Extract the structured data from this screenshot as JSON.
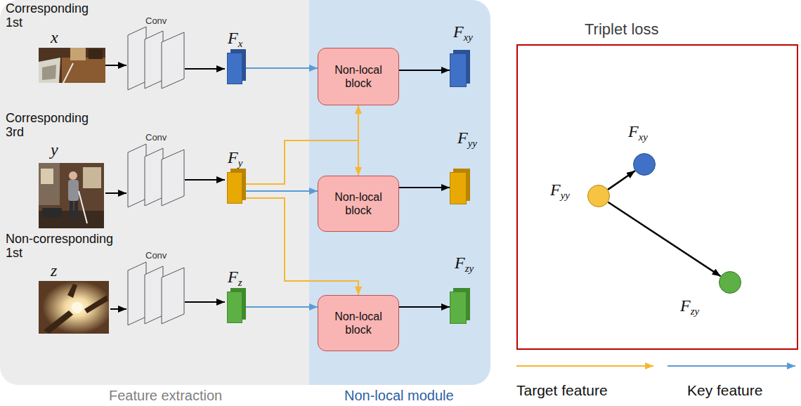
{
  "diagram": {
    "nodes": [
      {
        "text": [
          "Feature extraction"
        ]
      },
      {
        "text": [
          "Non-local module"
        ]
      },
      {
        "text": [
          "Fx"
        ],
        "in": 0
      },
      {
        "text": [
          "Non-local block"
        ],
        "in": 1
      },
      {
        "text": [
          "Fxy"
        ],
        "in": 1
      },
      {
        "text": [
          "Fy"
        ],
        "in": 0
      },
      {
        "text": [
          "Non-local block"
        ],
        "in": 1
      },
      {
        "text": [
          "Fyy"
        ],
        "in": 1
      },
      {
        "text": [
          "Fz"
        ],
        "in": 0
      },
      {
        "text": [
          "Non-local block"
        ],
        "in": 1
      },
      {
        "text": [
          "Fzy"
        ],
        "in": 1
      },
      {
        "text": [
          "Triplet loss"
        ]
      },
      {
        "text": [
          "Fxy"
        ],
        "in": 11
      },
      {
        "text": [
          "Fyy"
        ],
        "in": 11
      },
      {
        "text": [
          "Fzy"
        ],
        "in": 11
      }
    ],
    "edges": [
      {
        "from": 2,
        "to": 3,
        "arrow": "to"
      },
      {
        "from": 3,
        "to": 4,
        "arrow": "to"
      },
      {
        "from": 5,
        "to": 3,
        "arrow": "to"
      },
      {
        "from": 5,
        "to": 6,
        "arrow": "to"
      },
      {
        "from": 5,
        "to": 6,
        "arrow": "to"
      },
      {
        "from": 6,
        "to": 7,
        "arrow": "to"
      },
      {
        "from": 5,
        "to": 9,
        "arrow": "to"
      },
      {
        "from": 8,
        "to": 9,
        "arrow": "to"
      },
      {
        "from": 9,
        "to": 10,
        "arrow": "to"
      },
      {
        "from": 13,
        "to": 12,
        "arrow": "to"
      },
      {
        "from": 13,
        "to": 14,
        "arrow": "to"
      }
    ],
    "labels": [
      "Corresponding 1st",
      "x",
      "Conv",
      "Corresponding 3rd",
      "y",
      "Conv",
      "Non-corresponding 1st",
      "z",
      "Conv"
    ],
    "legend": [
      {
        "text": "Target feature"
      },
      {
        "text": "Key feature"
      }
    ]
  }
}
